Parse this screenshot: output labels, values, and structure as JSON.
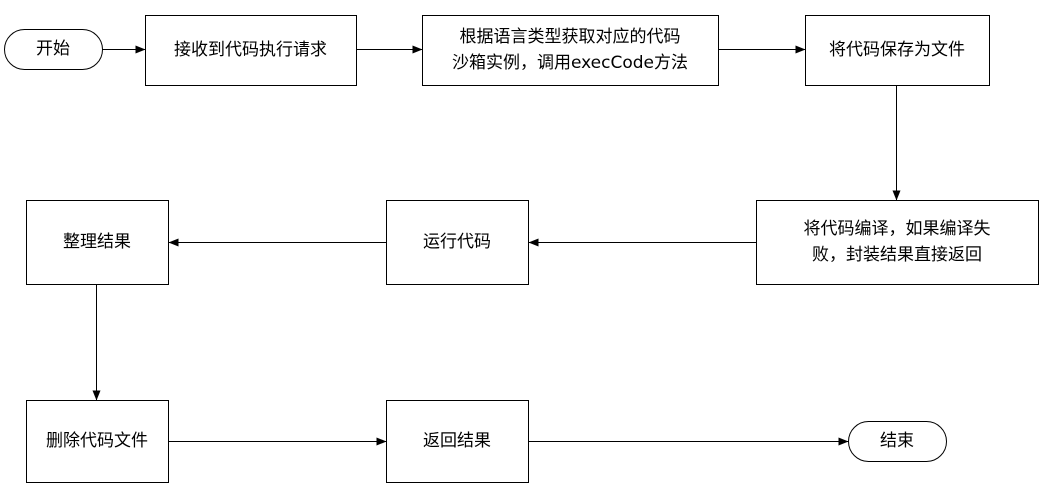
{
  "diagram": {
    "nodes": [
      {
        "id": "start",
        "shape": "terminal",
        "lines": [
          "开始"
        ]
      },
      {
        "id": "receive",
        "shape": "process",
        "lines": [
          "接收到代码执行请求"
        ]
      },
      {
        "id": "get_sandbox",
        "shape": "process",
        "lines": [
          "根据语言类型获取对应的代码",
          "沙箱实例，调用execCode方法"
        ]
      },
      {
        "id": "save_file",
        "shape": "process",
        "lines": [
          "将代码保存为文件"
        ]
      },
      {
        "id": "compile",
        "shape": "process",
        "lines": [
          "将代码编译，如果编译失",
          "败，封装结果直接返回"
        ]
      },
      {
        "id": "run",
        "shape": "process",
        "lines": [
          "运行代码"
        ]
      },
      {
        "id": "organize",
        "shape": "process",
        "lines": [
          "整理结果"
        ]
      },
      {
        "id": "delete_file",
        "shape": "process",
        "lines": [
          "删除代码文件"
        ]
      },
      {
        "id": "return_result",
        "shape": "process",
        "lines": [
          "返回结果"
        ]
      },
      {
        "id": "end",
        "shape": "terminal",
        "lines": [
          "结束"
        ]
      }
    ],
    "edges": [
      {
        "from": "start",
        "to": "receive"
      },
      {
        "from": "receive",
        "to": "get_sandbox"
      },
      {
        "from": "get_sandbox",
        "to": "save_file"
      },
      {
        "from": "save_file",
        "to": "compile"
      },
      {
        "from": "compile",
        "to": "run"
      },
      {
        "from": "run",
        "to": "organize"
      },
      {
        "from": "organize",
        "to": "delete_file"
      },
      {
        "from": "delete_file",
        "to": "return_result"
      },
      {
        "from": "return_result",
        "to": "end"
      }
    ]
  }
}
